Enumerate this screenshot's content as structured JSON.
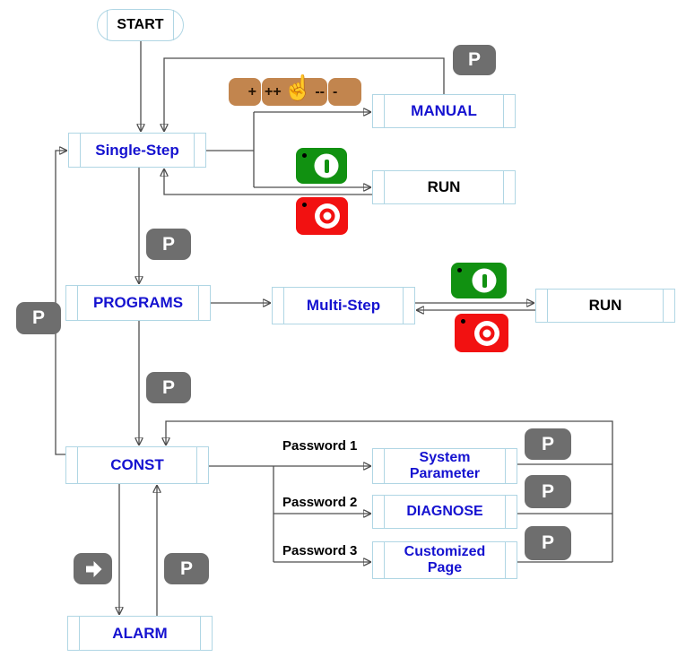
{
  "colors": {
    "node-border": "#b0d6e4",
    "label-blue": "#1512d0",
    "label-black": "#000000",
    "wire": "#4d4d4d",
    "key-gray": "#6e6e6e",
    "key-brown": "#c2854e",
    "key-green": "#119111",
    "key-red": "#f21111"
  },
  "nodes": {
    "start": {
      "label": "START"
    },
    "single_step": {
      "label": "Single-Step"
    },
    "manual": {
      "label": "MANUAL"
    },
    "run_manual": {
      "label": "RUN"
    },
    "programs": {
      "label": "PROGRAMS"
    },
    "multi_step": {
      "label": "Multi-Step"
    },
    "run_program": {
      "label": "RUN"
    },
    "const": {
      "label": "CONST"
    },
    "system_parameter": {
      "label": "System Parameter"
    },
    "diagnose": {
      "label": "DIAGNOSE"
    },
    "customized_page": {
      "label": "Customized Page"
    },
    "alarm": {
      "label": "ALARM"
    }
  },
  "labels": {
    "password1": "Password 1",
    "password2": "Password 2",
    "password3": "Password 3"
  },
  "keys": {
    "p": "P",
    "plus": "+",
    "plus_plus": "++",
    "minus_minus": "--",
    "minus": "-",
    "hand_glyph": "☝",
    "icons": {
      "hand": "pointing-hand-icon",
      "start": "power-on-icon",
      "stop": "stop-icon",
      "next": "right-arrow-icon"
    }
  }
}
